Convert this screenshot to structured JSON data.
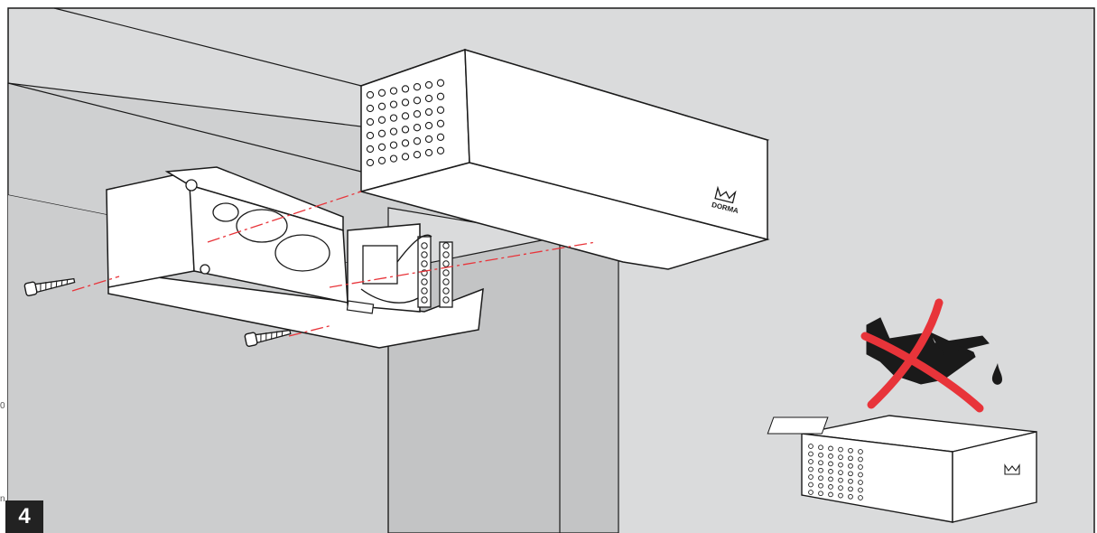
{
  "figure": {
    "step_number": "4",
    "brand_label": "DORMA",
    "margin_marks": [
      "0",
      "n"
    ]
  },
  "colors": {
    "background_gray": "#dadbdc",
    "wall_gray": "#c8c9ca",
    "frame_gray": "#c2c3c4",
    "outline": "#1a1a1a",
    "center_line_red": "#e8343a",
    "prohibition_red": "#e8343a"
  },
  "icons": [
    "screw-icon",
    "oil-can-icon",
    "prohibited-cross-icon",
    "oil-drop-icon",
    "dorma-crown-logo-icon"
  ]
}
